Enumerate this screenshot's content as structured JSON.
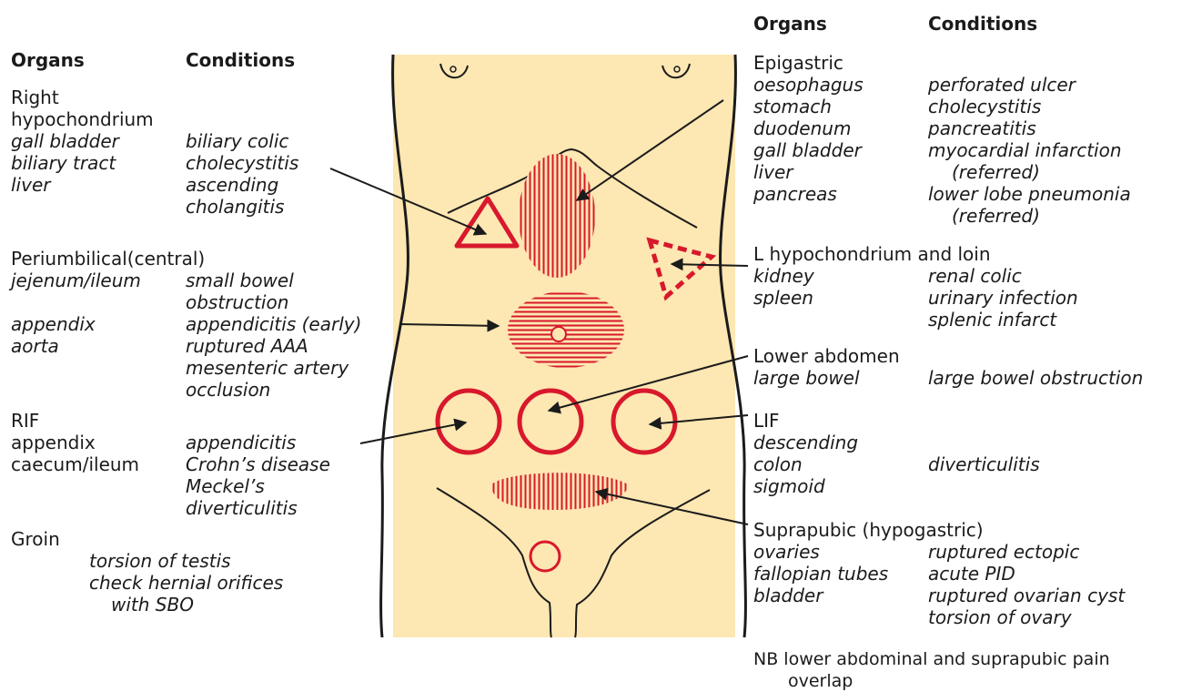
{
  "left": {
    "header": {
      "organs": "Organs",
      "conditions": "Conditions"
    },
    "right_hypochondrium": {
      "region": [
        "Right",
        "hypochondrium"
      ],
      "organs": [
        "gall bladder",
        "biliary tract",
        "liver"
      ],
      "conditions": [
        "biliary colic",
        "cholecystitis",
        "ascending",
        "cholangitis"
      ]
    },
    "periumbilical": {
      "region": "Periumbilical(central)",
      "organs": [
        "jejenum/ileum",
        "appendix",
        "aorta"
      ],
      "conditions": [
        "small bowel",
        "obstruction",
        "appendicitis (early)",
        "ruptured AAA",
        "mesenteric artery",
        "occlusion"
      ]
    },
    "rif": {
      "region": "RIF",
      "organs": [
        "appendix",
        "caecum/ileum"
      ],
      "conditions": [
        "appendicitis",
        "Crohn’s disease",
        "Meckel’s",
        "diverticulitis"
      ]
    },
    "groin": {
      "region": "Groin",
      "conditions": [
        "torsion of testis",
        "check hernial orifices",
        "with SBO"
      ]
    }
  },
  "right": {
    "header": {
      "organs": "Organs",
      "conditions": "Conditions"
    },
    "epigastric": {
      "region": "Epigastric",
      "organs": [
        "oesophagus",
        "stomach",
        "duodenum",
        "gall bladder",
        "liver",
        "pancreas"
      ],
      "conditions": [
        "perforated ulcer",
        "cholecystitis",
        "pancreatitis",
        "myocardial infarction",
        "(referred)",
        "lower lobe pneumonia",
        "(referred)"
      ]
    },
    "l_hypochondrium": {
      "region": "L hypochondrium and loin",
      "organs": [
        "kidney",
        "spleen"
      ],
      "conditions": [
        "renal colic",
        "urinary infection",
        "splenic infarct"
      ]
    },
    "lower_abdomen": {
      "region": "Lower abdomen",
      "organs": [
        "large bowel"
      ],
      "conditions": [
        "large bowel obstruction"
      ]
    },
    "lif": {
      "region": "LIF",
      "organs": [
        "descending",
        "colon",
        "sigmoid"
      ],
      "conditions": [
        "diverticulitis"
      ]
    },
    "suprapubic": {
      "region": "Suprapubic (hypogastric)",
      "organs": [
        "ovaries",
        "fallopian tubes",
        "bladder"
      ],
      "conditions": [
        "ruptured ectopic",
        "acute PID",
        "ruptured ovarian cyst",
        "torsion of ovary"
      ]
    },
    "nb": [
      "NB lower abdominal and suprapubic pain",
      "overlap"
    ]
  },
  "colors": {
    "skin": "#fde7b2",
    "marker": "#d8182c",
    "outline": "#1b1b1b"
  }
}
